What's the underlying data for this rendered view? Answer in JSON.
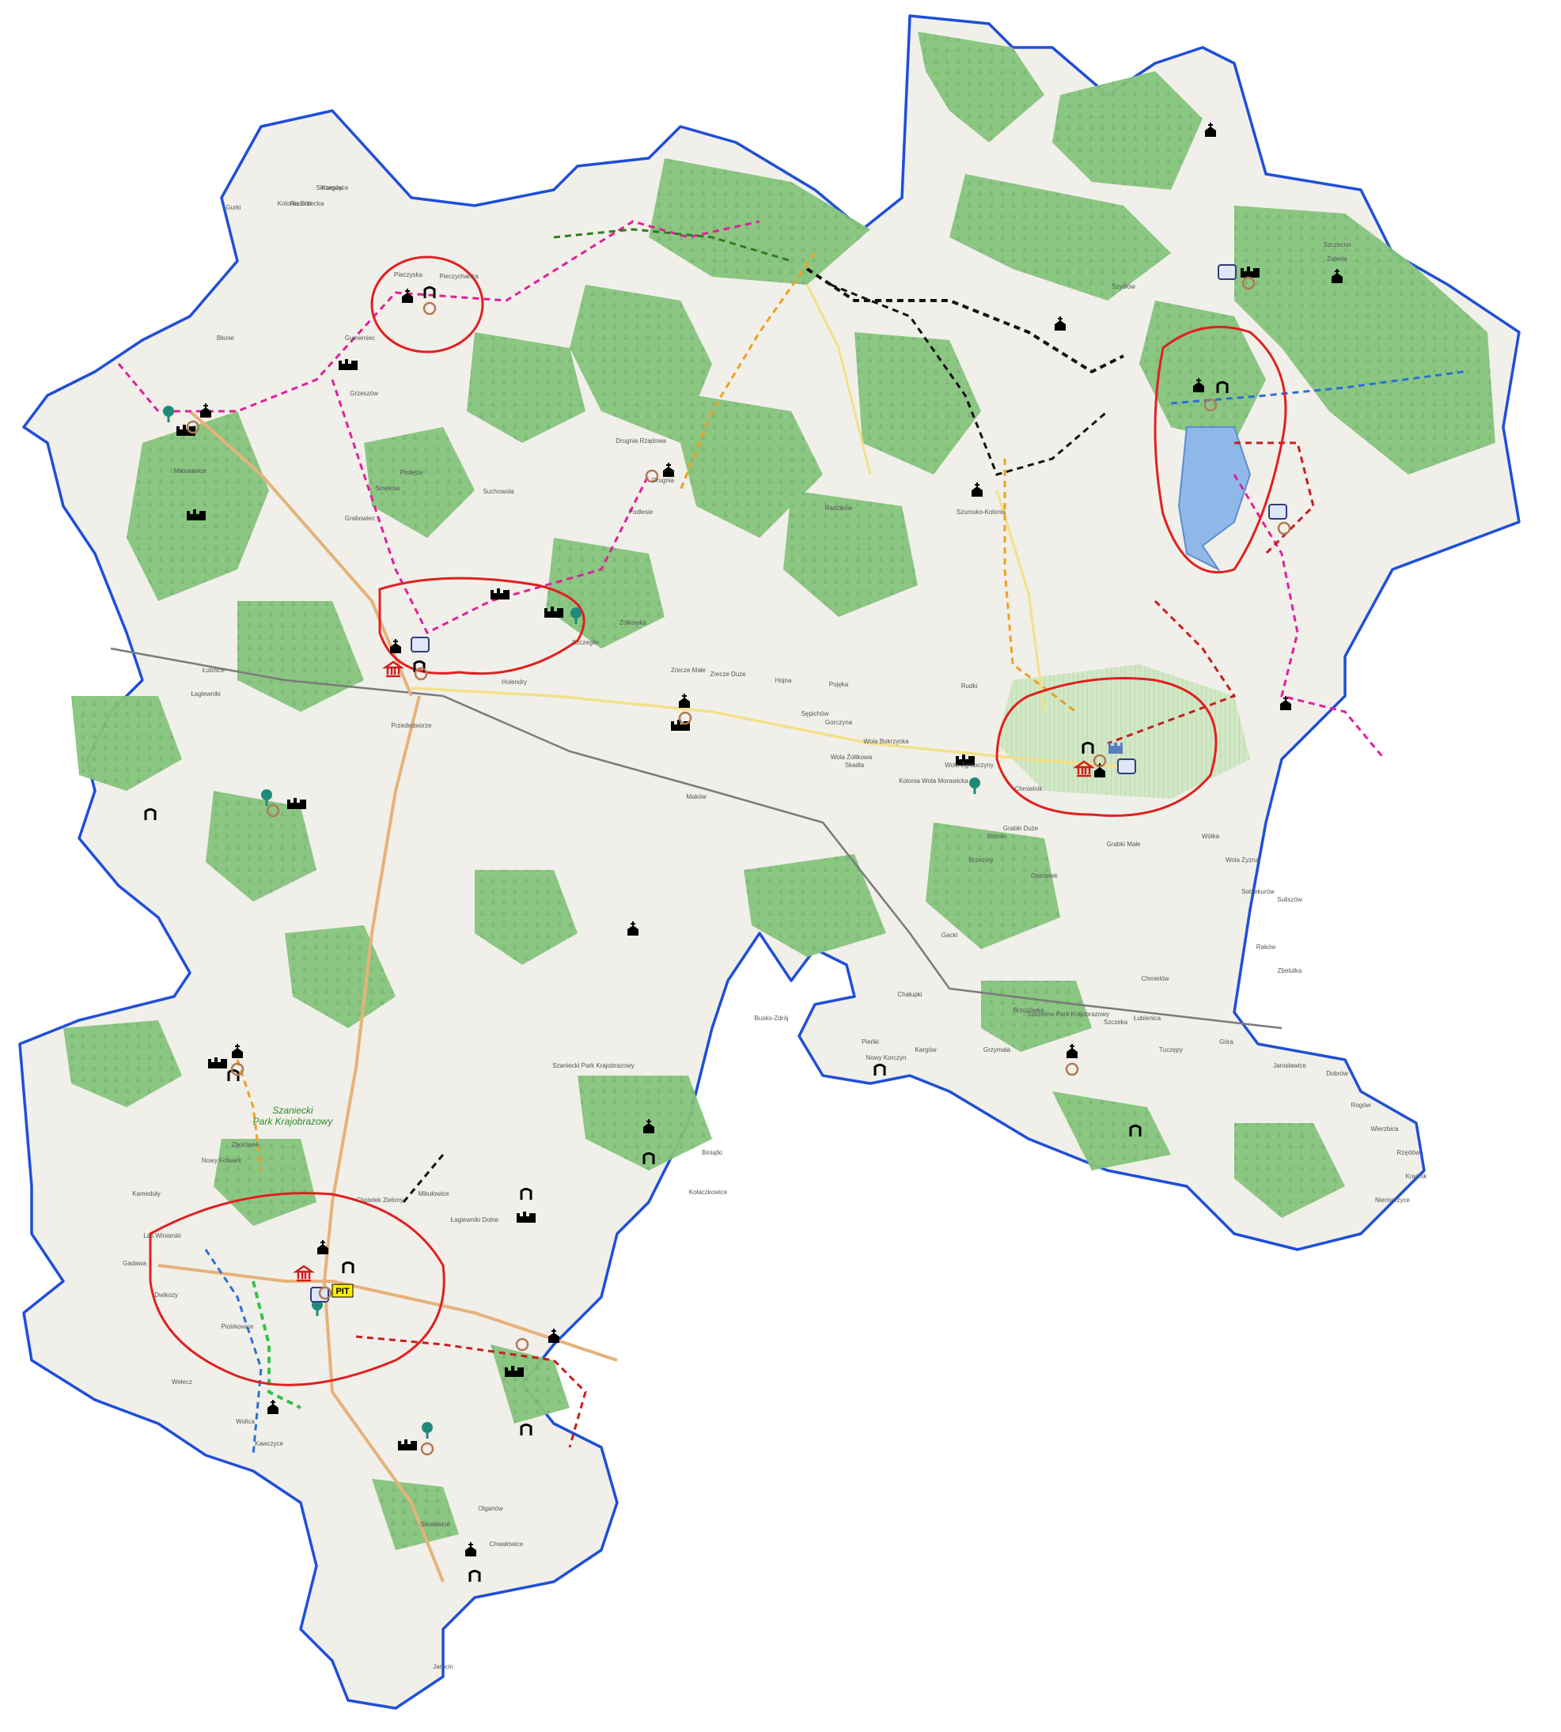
{
  "map": {
    "colors": {
      "boundary": "#1f4fd8",
      "land": "#f1efe9",
      "forest": "#82c17b",
      "forest_dark": "#5fae62",
      "highlight_circle": "#e02020",
      "trail_magenta": "#e0209a",
      "trail_black": "#111111",
      "trail_orange": "#f0a020",
      "trail_darkgreen": "#2e7d1e",
      "trail_blue": "#2a6fd8",
      "trail_red": "#c81e1e",
      "trail_green": "#33c24a",
      "road_main": "#e6b27a",
      "road_minor": "#f3e08a",
      "railway": "#7a7a7a",
      "water": "#8fb8e8",
      "pit_badge": "#ffee00"
    },
    "places": [
      {
        "name": "Skrzeszyce"
      },
      {
        "name": "Kolonia Grzecka"
      },
      {
        "name": "Gurki"
      },
      {
        "name": "Pieczyska"
      },
      {
        "name": "Pieczychanka"
      },
      {
        "name": "Błonie"
      },
      {
        "name": "Gumieniec"
      },
      {
        "name": "Grzeszów"
      },
      {
        "name": "Miłosławice"
      },
      {
        "name": "Podłęże"
      },
      {
        "name": "Smęków"
      },
      {
        "name": "Drugnia"
      },
      {
        "name": "Drugnia Rządowa"
      },
      {
        "name": "Podlesie"
      },
      {
        "name": "Grabowiec"
      },
      {
        "name": "Suchowola"
      },
      {
        "name": "Łubnice"
      },
      {
        "name": "Łagiewniki"
      },
      {
        "name": "Przededworze"
      },
      {
        "name": "Holendry"
      },
      {
        "name": "Szczeglin"
      },
      {
        "name": "Zrecze Małe"
      },
      {
        "name": "Zrecze Duże"
      },
      {
        "name": "Hojna"
      },
      {
        "name": "Pojęka"
      },
      {
        "name": "Gorczyna"
      },
      {
        "name": "Wola Żółtkowa"
      },
      {
        "name": "Żółkowka"
      },
      {
        "name": "Skadla"
      },
      {
        "name": "Wola Bokrzycka"
      },
      {
        "name": "Sępichów"
      },
      {
        "name": "Szydłów"
      },
      {
        "name": "Szczecno"
      },
      {
        "name": "Zalesie"
      },
      {
        "name": "Radzików"
      },
      {
        "name": "Szumsko-Kolonia"
      },
      {
        "name": "Rudki"
      },
      {
        "name": "Bolmin"
      },
      {
        "name": "Brzeziny"
      },
      {
        "name": "Wola Zgrabczyny"
      },
      {
        "name": "Kolonia Wola Morawicka"
      },
      {
        "name": "Chmielnik"
      },
      {
        "name": "Ostrówek"
      },
      {
        "name": "Grabki Duże"
      },
      {
        "name": "Grabki Małe"
      },
      {
        "name": "Wólka"
      },
      {
        "name": "Wola Żyzna"
      },
      {
        "name": "Sobiekurów"
      },
      {
        "name": "Gacki"
      },
      {
        "name": "Maków"
      },
      {
        "name": "Suliszów"
      },
      {
        "name": "Raków"
      },
      {
        "name": "Zbelutka"
      },
      {
        "name": "Chmielów"
      },
      {
        "name": "Szczecno Park Krajobrazowy"
      },
      {
        "name": "Szaniecki Park Krajobrazowy"
      },
      {
        "name": "Busko-Zdrój"
      },
      {
        "name": "Zborówek"
      },
      {
        "name": "Nowy Folwark"
      },
      {
        "name": "Kameduły"
      },
      {
        "name": "Las Winiarski"
      },
      {
        "name": "Gadawa"
      },
      {
        "name": "Dwikozy"
      },
      {
        "name": "Piotrkowice"
      },
      {
        "name": "Wełecz"
      },
      {
        "name": "Wolica"
      },
      {
        "name": "Kawczyce"
      },
      {
        "name": "Siesławice"
      },
      {
        "name": "Olganów"
      },
      {
        "name": "Chwałowice"
      },
      {
        "name": "Biniątki"
      },
      {
        "name": "Kołaczkowice"
      },
      {
        "name": "Chotelek Zielony"
      },
      {
        "name": "Mikułowice"
      },
      {
        "name": "Łagiewniki Dolne"
      },
      {
        "name": "Nowy Korczyn"
      },
      {
        "name": "Kargów"
      },
      {
        "name": "Chałupki"
      },
      {
        "name": "Brzozówka"
      },
      {
        "name": "Grzymała"
      },
      {
        "name": "Szczeka"
      },
      {
        "name": "Łubienica"
      },
      {
        "name": "Tuczępy"
      },
      {
        "name": "Góra"
      },
      {
        "name": "Jarosławice"
      },
      {
        "name": "Dobrów"
      },
      {
        "name": "Rogów"
      },
      {
        "name": "Wierzbica"
      },
      {
        "name": "Rzędów"
      },
      {
        "name": "Kraśnik"
      },
      {
        "name": "Niemierzyce"
      },
      {
        "name": "Pieńki"
      },
      {
        "name": "Jarocin"
      },
      {
        "name": "Kargów"
      },
      {
        "name": "Rudniki"
      }
    ],
    "pit_label": "PIT",
    "park_label_1": "Szaniecki",
    "park_label_2": "Park Krajobrazowy"
  }
}
